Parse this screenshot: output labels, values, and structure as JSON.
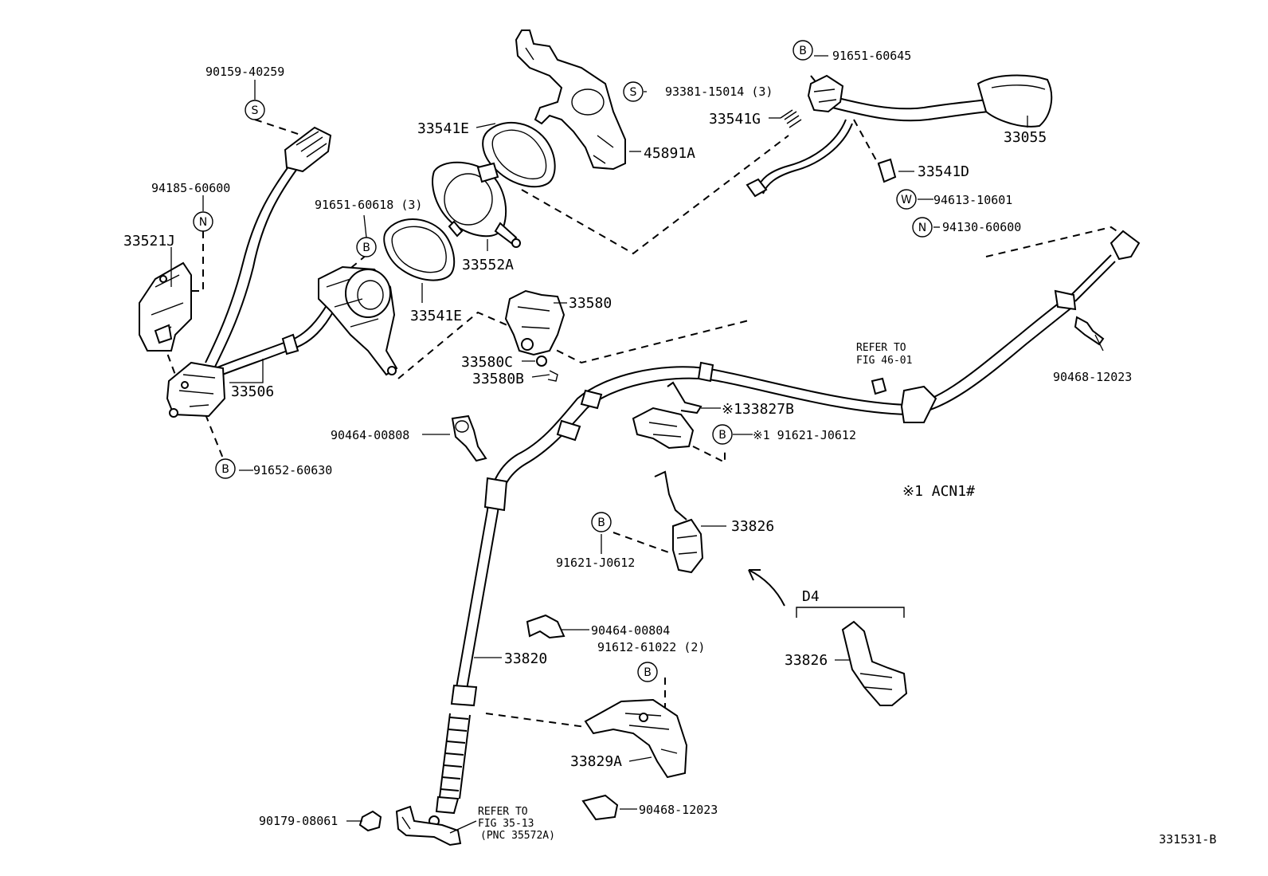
{
  "labels": {
    "p90159_40259": "90159-40259",
    "p94185_60600": "94185-60600",
    "p33521J": "33521J",
    "p33506": "33506",
    "p91652_60630": "91652-60630",
    "p91651_60618": "91651-60618 (3)",
    "p33541E_top": "33541E",
    "p33541E_bottom": "33541E",
    "p33552A": "33552A",
    "p93381_15014": "93381-15014 (3)",
    "p45891A": "45891A",
    "p33580": "33580",
    "p33580C": "33580C",
    "p33580B": "33580B",
    "p91651_60645": "91651-60645",
    "p33541G": "33541G",
    "p33055": "33055",
    "p33541D": "33541D",
    "p94613_10601": "94613-10601",
    "p94130_60600": "94130-60600",
    "refer_46_line1": "REFER TO",
    "refer_46_line2": "FIG 46-01",
    "p90468_12023_right": "90468-12023",
    "p33827B": "※133827B",
    "p91621_J0612_top": "※1 91621-J0612",
    "note_acn1": "※1 ACN1#",
    "p90464_00808": "90464-00808",
    "p33826_mid": "33826",
    "p91621_J0612_mid": "91621-J0612",
    "d4": "D4",
    "p33826_d4": "33826",
    "p90464_00804": "90464-00804",
    "p91612_61022": "91612-61022 (2)",
    "p33820": "33820",
    "p33829A": "33829A",
    "p90468_12023_bottom": "90468-12023",
    "p90179_08061": "90179-08061",
    "refer_35_line1": "REFER TO",
    "refer_35_line2": "FIG 35-13",
    "refer_35_line3": "(PNC 35572A)",
    "figure_id": "331531-B"
  },
  "symbols": {
    "s_90159": "S",
    "n_94185": "N",
    "b_91652": "B",
    "b_91651_60618": "B",
    "s_93381": "S",
    "b_91651_60645": "B",
    "w_94613": "W",
    "n_94130": "N",
    "b_91621_top": "B",
    "b_91621_mid": "B",
    "b_91612": "B"
  }
}
